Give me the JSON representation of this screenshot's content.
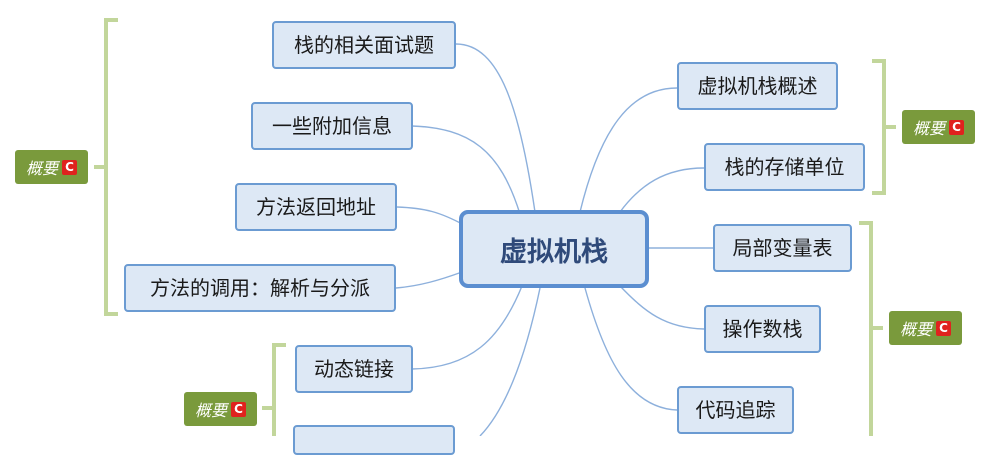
{
  "central": "虚拟机栈",
  "left_topics": [
    "栈的相关面试题",
    "一些附加信息",
    "方法返回地址",
    "方法的调用：解析与分派",
    "动态链接",
    ""
  ],
  "right_topics": [
    "虚拟机栈概述",
    "栈的存储单位",
    "局部变量表",
    "操作数栈",
    "代码追踪"
  ],
  "summaries": {
    "left_upper": "概要",
    "left_lower": "概要",
    "right_upper": "概要",
    "right_lower": "概要",
    "badge_glyph": "C"
  },
  "colors": {
    "connector": "#8db0dc",
    "bracket": "#c2d69b",
    "summary_bg": "#7a9a3c",
    "badge": "#e0221e",
    "node_fill": "#dde8f5",
    "node_border": "#6b9bd2"
  }
}
